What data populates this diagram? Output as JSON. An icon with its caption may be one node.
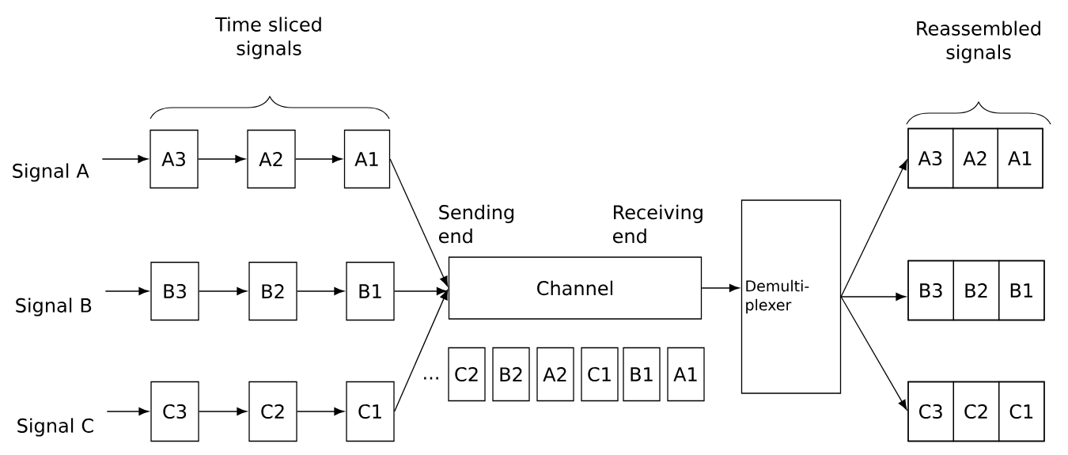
{
  "diagram": {
    "nodes": [
      {
        "text": [
          "Signal A"
        ]
      },
      {
        "text": [
          "A3"
        ]
      },
      {
        "text": [
          "A2"
        ]
      },
      {
        "text": [
          "A1"
        ]
      },
      {
        "text": [
          "Signal B"
        ]
      },
      {
        "text": [
          "B3"
        ]
      },
      {
        "text": [
          "B2"
        ]
      },
      {
        "text": [
          "B1"
        ]
      },
      {
        "text": [
          "Signal C"
        ]
      },
      {
        "text": [
          "C3"
        ]
      },
      {
        "text": [
          "C2"
        ]
      },
      {
        "text": [
          "C1"
        ]
      },
      {
        "text": [
          "Channel"
        ]
      },
      {
        "text": [
          "Demulti- plexer"
        ]
      },
      {
        "text": [],
        "shape": "box"
      },
      {
        "text": [
          "A3"
        ],
        "in": 14
      },
      {
        "text": [
          "A2"
        ],
        "in": 14
      },
      {
        "text": [
          "A1"
        ],
        "in": 14
      },
      {
        "text": [],
        "shape": "box"
      },
      {
        "text": [
          "B3"
        ],
        "in": 18
      },
      {
        "text": [
          "B2"
        ],
        "in": 18
      },
      {
        "text": [
          "B1"
        ],
        "in": 18
      },
      {
        "text": [],
        "shape": "box"
      },
      {
        "text": [
          "C3"
        ],
        "in": 22
      },
      {
        "text": [
          "C2"
        ],
        "in": 22
      },
      {
        "text": [
          "C1"
        ],
        "in": 22
      },
      {
        "text": [
          "C2"
        ]
      },
      {
        "text": [
          "B2"
        ]
      },
      {
        "text": [
          "A2"
        ]
      },
      {
        "text": [
          "C1"
        ]
      },
      {
        "text": [
          "B1"
        ]
      },
      {
        "text": [
          "A1"
        ]
      }
    ],
    "edges": [
      {
        "from": 0,
        "to": 1,
        "arrow": "to"
      },
      {
        "from": 1,
        "to": 2,
        "arrow": "to"
      },
      {
        "from": 2,
        "to": 3,
        "arrow": "to"
      },
      {
        "from": 3,
        "to": 12,
        "arrow": "to"
      },
      {
        "from": 4,
        "to": 5,
        "arrow": "to"
      },
      {
        "from": 5,
        "to": 6,
        "arrow": "to"
      },
      {
        "from": 6,
        "to": 7,
        "arrow": "to"
      },
      {
        "from": 7,
        "to": 12,
        "arrow": "to"
      },
      {
        "from": 8,
        "to": 9,
        "arrow": "to"
      },
      {
        "from": 9,
        "to": 10,
        "arrow": "to"
      },
      {
        "from": 10,
        "to": 11,
        "arrow": "to"
      },
      {
        "from": 11,
        "to": 12,
        "arrow": "to"
      },
      {
        "from": 12,
        "to": 13,
        "arrow": "to"
      },
      {
        "from": 13,
        "to": 14,
        "arrow": "to"
      },
      {
        "from": 13,
        "to": 18,
        "arrow": "to"
      },
      {
        "from": 13,
        "to": 22,
        "arrow": "to"
      }
    ],
    "labels": [
      "Time sliced signals",
      "Reassembled signals",
      "Sending end",
      "Receiving end",
      "..."
    ]
  }
}
